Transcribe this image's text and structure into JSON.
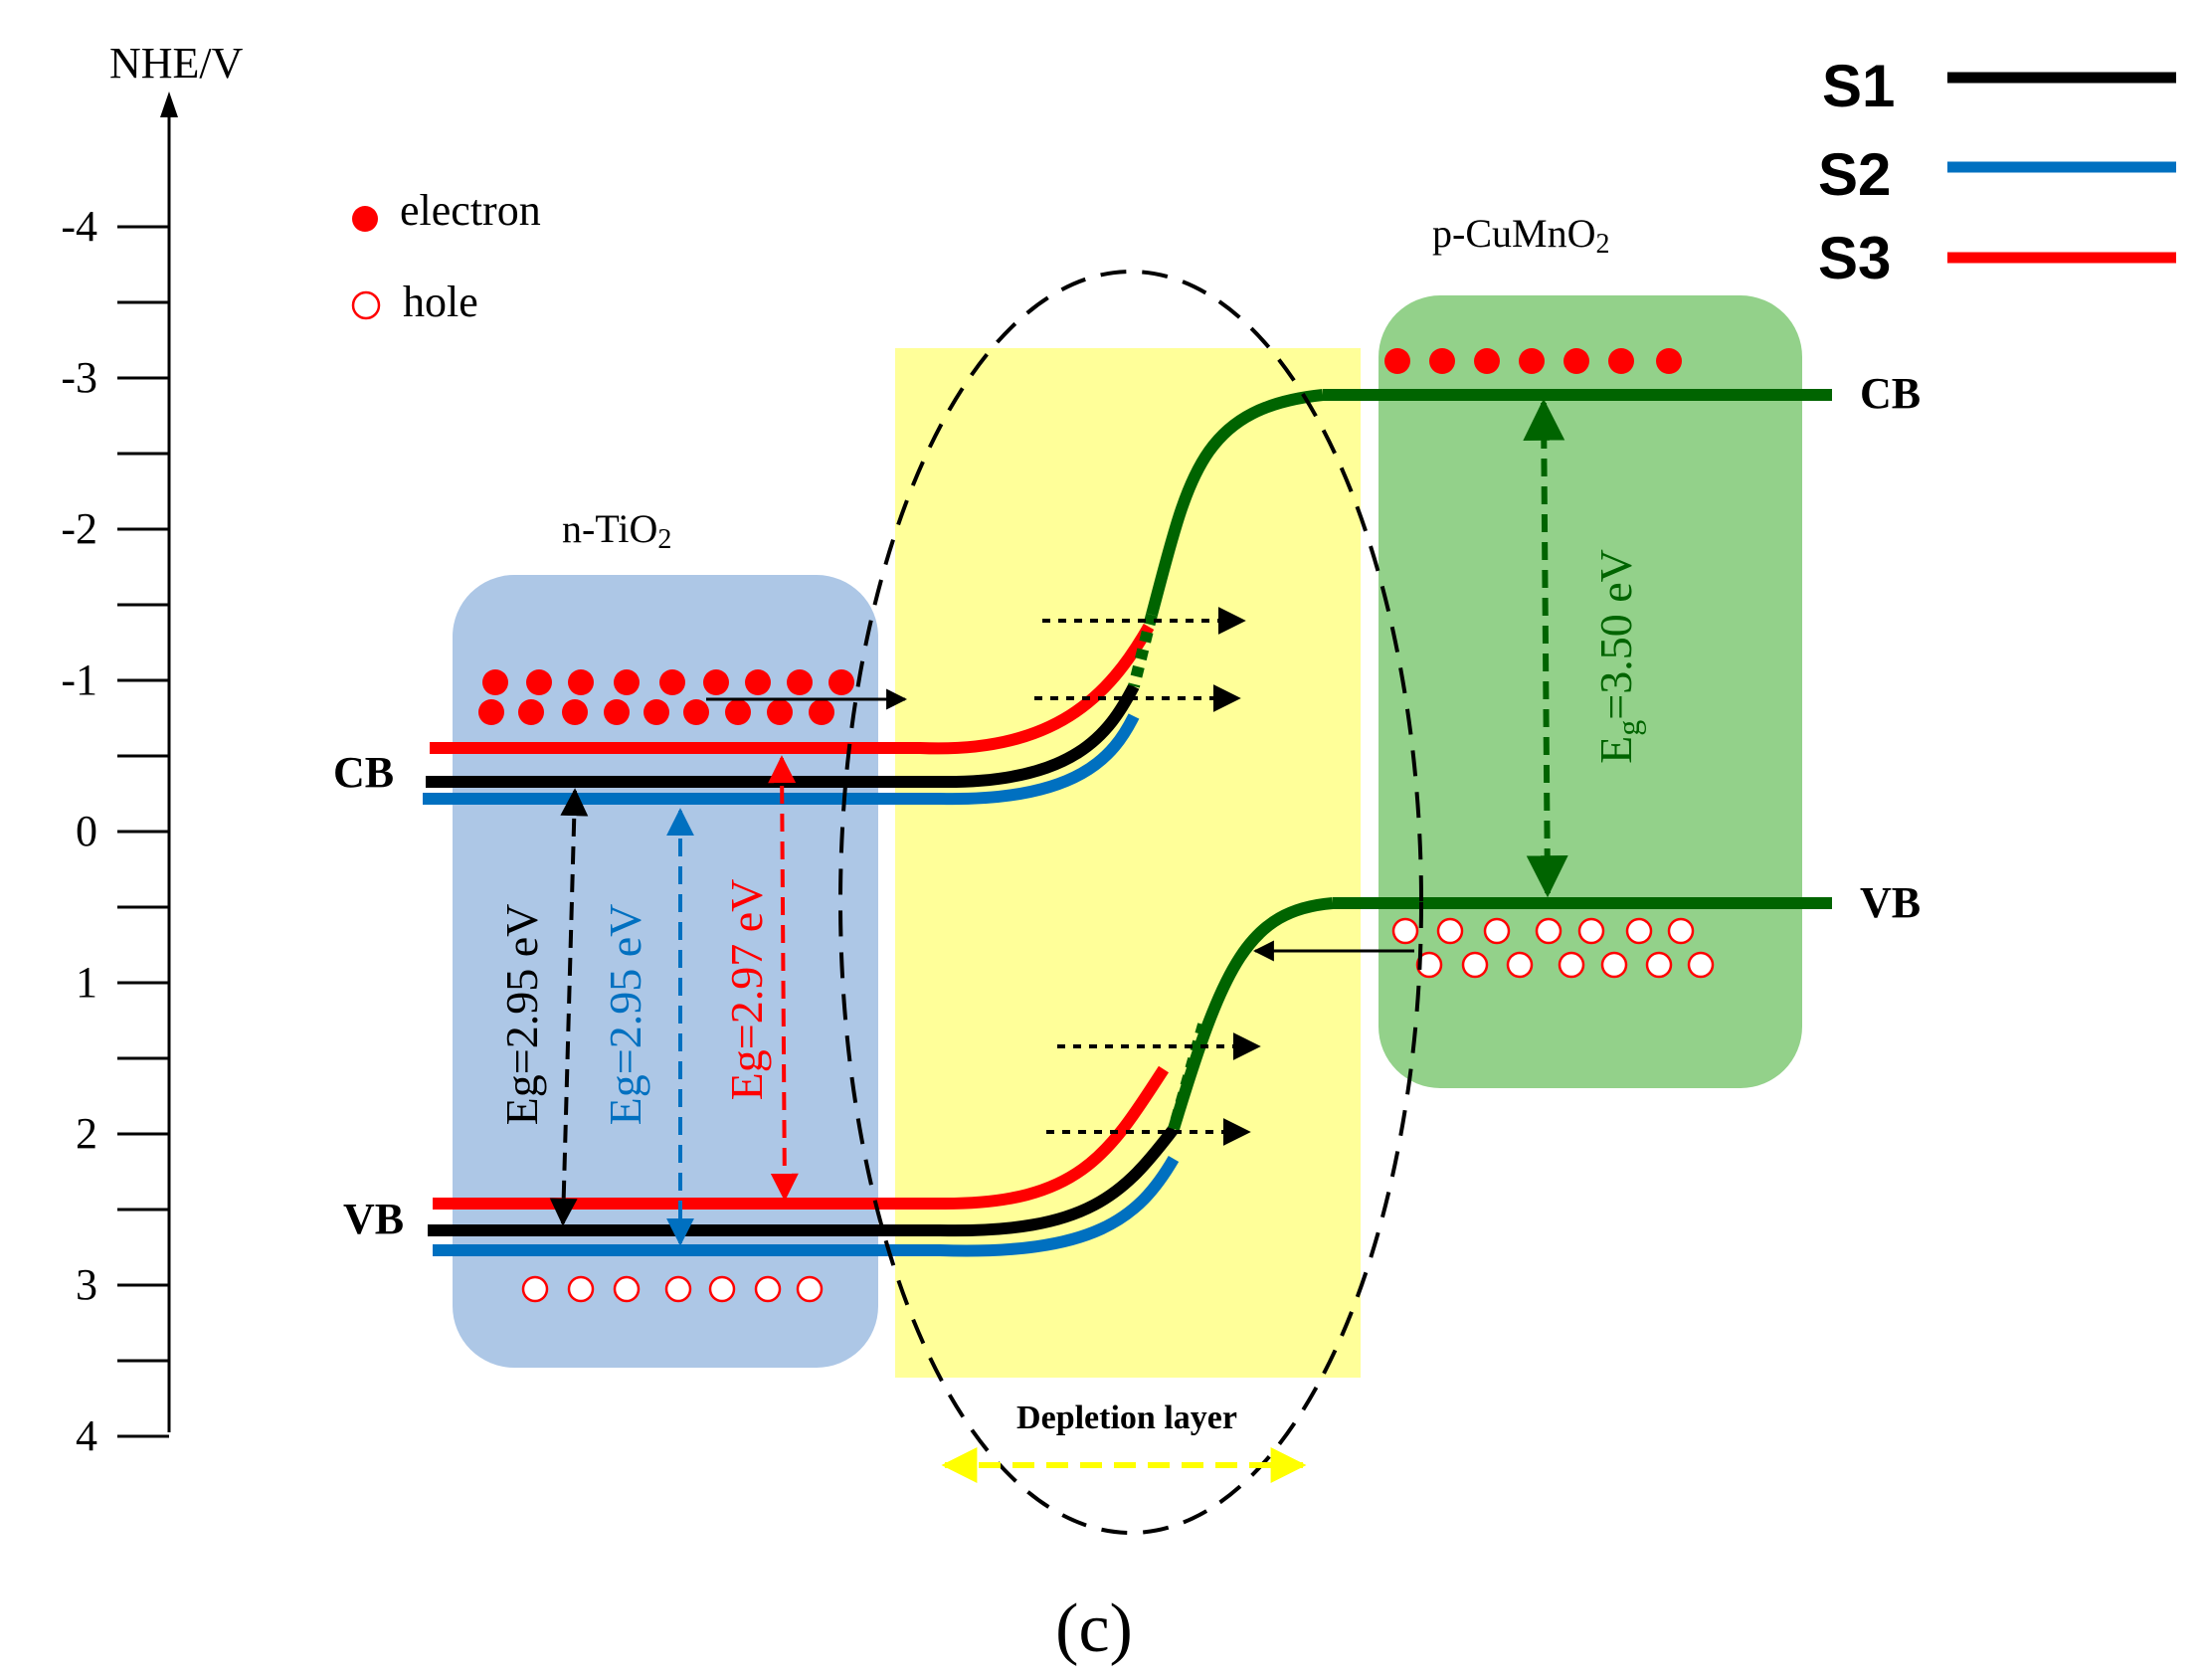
{
  "axis": {
    "label": "NHE/V",
    "ticks": [
      "-4",
      "-3",
      "-2",
      "-1",
      "0",
      "1",
      "2",
      "3",
      "4"
    ]
  },
  "legend": {
    "electron": "electron",
    "hole": "hole"
  },
  "series_legend": [
    {
      "label": "S1",
      "color": "#000000"
    },
    {
      "label": "S2",
      "color": "#0070c0"
    },
    {
      "label": "S3",
      "color": "#ff0000"
    }
  ],
  "tio2": {
    "title": "n-TiO",
    "title_sub": "2",
    "cb_label": "CB",
    "vb_label": "VB",
    "box_color": "#adc7e6"
  },
  "cumno2": {
    "title": "p-CuMnO",
    "title_sub": "2",
    "cb_label": "CB",
    "vb_label": "VB",
    "box_color": "#93d18a",
    "band_color": "#006400"
  },
  "gaps": {
    "s1": "Eg=2.95 eV",
    "s2": "Eg=2.95 eV",
    "s3": "Eg=2.97 eV",
    "cumno2_pre": "E",
    "cumno2_sub": "g",
    "cumno2_post": "=3.50 eV"
  },
  "depletion": {
    "label": "Depletion layer",
    "color": "#ffff99"
  },
  "panel_label": "(c)",
  "colors": {
    "electron": "#ff0000",
    "hole_stroke": "#ff0000",
    "arrow_yellow": "#ffff00"
  }
}
